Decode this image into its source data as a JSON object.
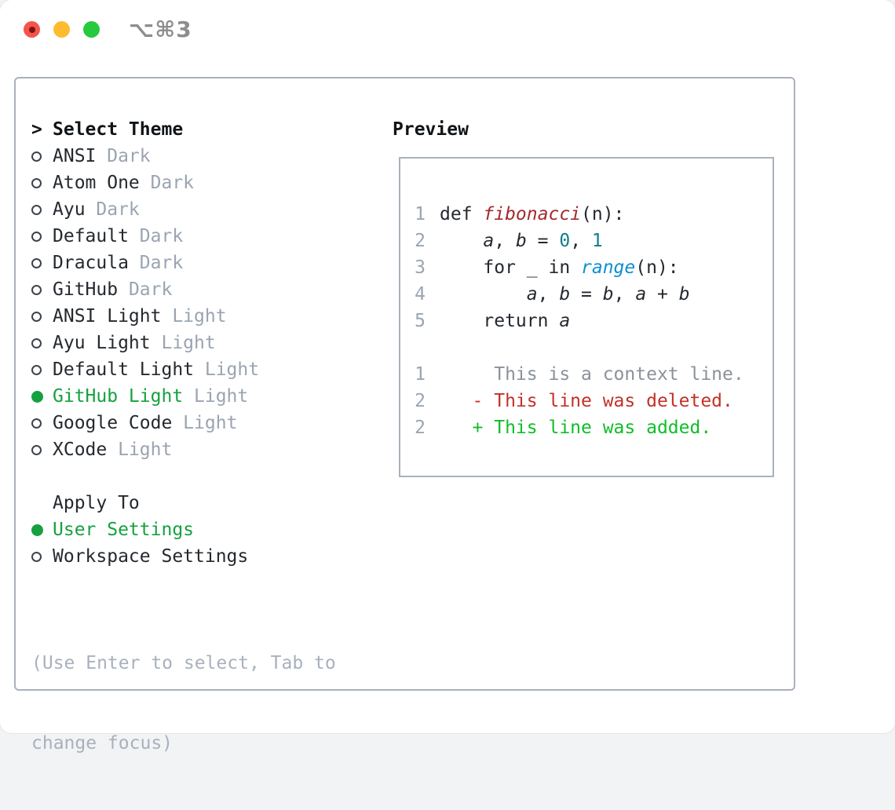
{
  "window": {
    "title": "⌥⌘3",
    "traffic_lights": [
      "close",
      "minimize",
      "zoom"
    ]
  },
  "theme_picker": {
    "header": {
      "cursor": ">",
      "label": "Select Theme"
    },
    "themes": [
      {
        "label": "ANSI",
        "variant": "Dark",
        "selected": false
      },
      {
        "label": "Atom One",
        "variant": "Dark",
        "selected": false
      },
      {
        "label": "Ayu",
        "variant": "Dark",
        "selected": false
      },
      {
        "label": "Default",
        "variant": "Dark",
        "selected": false
      },
      {
        "label": "Dracula",
        "variant": "Dark",
        "selected": false
      },
      {
        "label": "GitHub",
        "variant": "Dark",
        "selected": false
      },
      {
        "label": "ANSI Light",
        "variant": "Light",
        "selected": false
      },
      {
        "label": "Ayu Light",
        "variant": "Light",
        "selected": false
      },
      {
        "label": "Default Light",
        "variant": "Light",
        "selected": false
      },
      {
        "label": "GitHub Light",
        "variant": "Light",
        "selected": true
      },
      {
        "label": "Google Code",
        "variant": "Light",
        "selected": false
      },
      {
        "label": "XCode",
        "variant": "Light",
        "selected": false
      }
    ],
    "apply_to": {
      "label": "Apply To",
      "options": [
        {
          "label": "User Settings",
          "selected": true
        },
        {
          "label": "Workspace Settings",
          "selected": false
        }
      ]
    },
    "hint_lines": [
      "(Use Enter to select, Tab to",
      "change focus)"
    ]
  },
  "preview": {
    "label": "Preview",
    "code_lines": [
      {
        "num": "1",
        "tokens": [
          {
            "t": "def ",
            "c": "p"
          },
          {
            "t": "fibonacci",
            "c": "fn"
          },
          {
            "t": "(n):",
            "c": "p"
          }
        ]
      },
      {
        "num": "2",
        "tokens": [
          {
            "t": "    ",
            "c": "p"
          },
          {
            "t": "a",
            "c": "v"
          },
          {
            "t": ", ",
            "c": "p"
          },
          {
            "t": "b",
            "c": "v"
          },
          {
            "t": " = ",
            "c": "p"
          },
          {
            "t": "0",
            "c": "n"
          },
          {
            "t": ", ",
            "c": "p"
          },
          {
            "t": "1",
            "c": "n"
          }
        ]
      },
      {
        "num": "3",
        "tokens": [
          {
            "t": "    for _ in ",
            "c": "p"
          },
          {
            "t": "range",
            "c": "fc"
          },
          {
            "t": "(n):",
            "c": "p"
          }
        ]
      },
      {
        "num": "4",
        "tokens": [
          {
            "t": "        ",
            "c": "p"
          },
          {
            "t": "a",
            "c": "v"
          },
          {
            "t": ", ",
            "c": "p"
          },
          {
            "t": "b",
            "c": "v"
          },
          {
            "t": " = ",
            "c": "p"
          },
          {
            "t": "b",
            "c": "v"
          },
          {
            "t": ", ",
            "c": "p"
          },
          {
            "t": "a",
            "c": "v"
          },
          {
            "t": " + ",
            "c": "p"
          },
          {
            "t": "b",
            "c": "v"
          }
        ]
      },
      {
        "num": "5",
        "tokens": [
          {
            "t": "    return ",
            "c": "p"
          },
          {
            "t": "a",
            "c": "v"
          }
        ]
      },
      {
        "num": "",
        "tokens": []
      },
      {
        "num": "1",
        "tokens": [
          {
            "t": "     This is a context line.",
            "c": "ctx"
          }
        ]
      },
      {
        "num": "2",
        "tokens": [
          {
            "t": "   - This line was deleted.",
            "c": "del"
          }
        ]
      },
      {
        "num": "2",
        "tokens": [
          {
            "t": "   + This line was added.",
            "c": "add"
          }
        ]
      }
    ]
  },
  "colors": {
    "accent-green": "#15a13f",
    "diff-add-green": "#0fbe28",
    "diff-del-red": "#c23128",
    "func-red": "#a42a2e",
    "number-teal": "#0e7e88",
    "call-blue": "#0d90d0",
    "text-dark": "#24292f",
    "header-black": "#101417",
    "muted-gray": "#9aa4b1",
    "gutter-gray": "#9aa5b2",
    "context-gray": "#8b929b",
    "hint-gray": "#a8b1bc",
    "border-gray": "#a9b1bc",
    "titlebar-gray": "#8d8d8d",
    "traffic-red": "#f4544d",
    "traffic-red-dot": "#7c150e",
    "traffic-yellow": "#fdbc2f",
    "traffic-green": "#27c93f"
  }
}
